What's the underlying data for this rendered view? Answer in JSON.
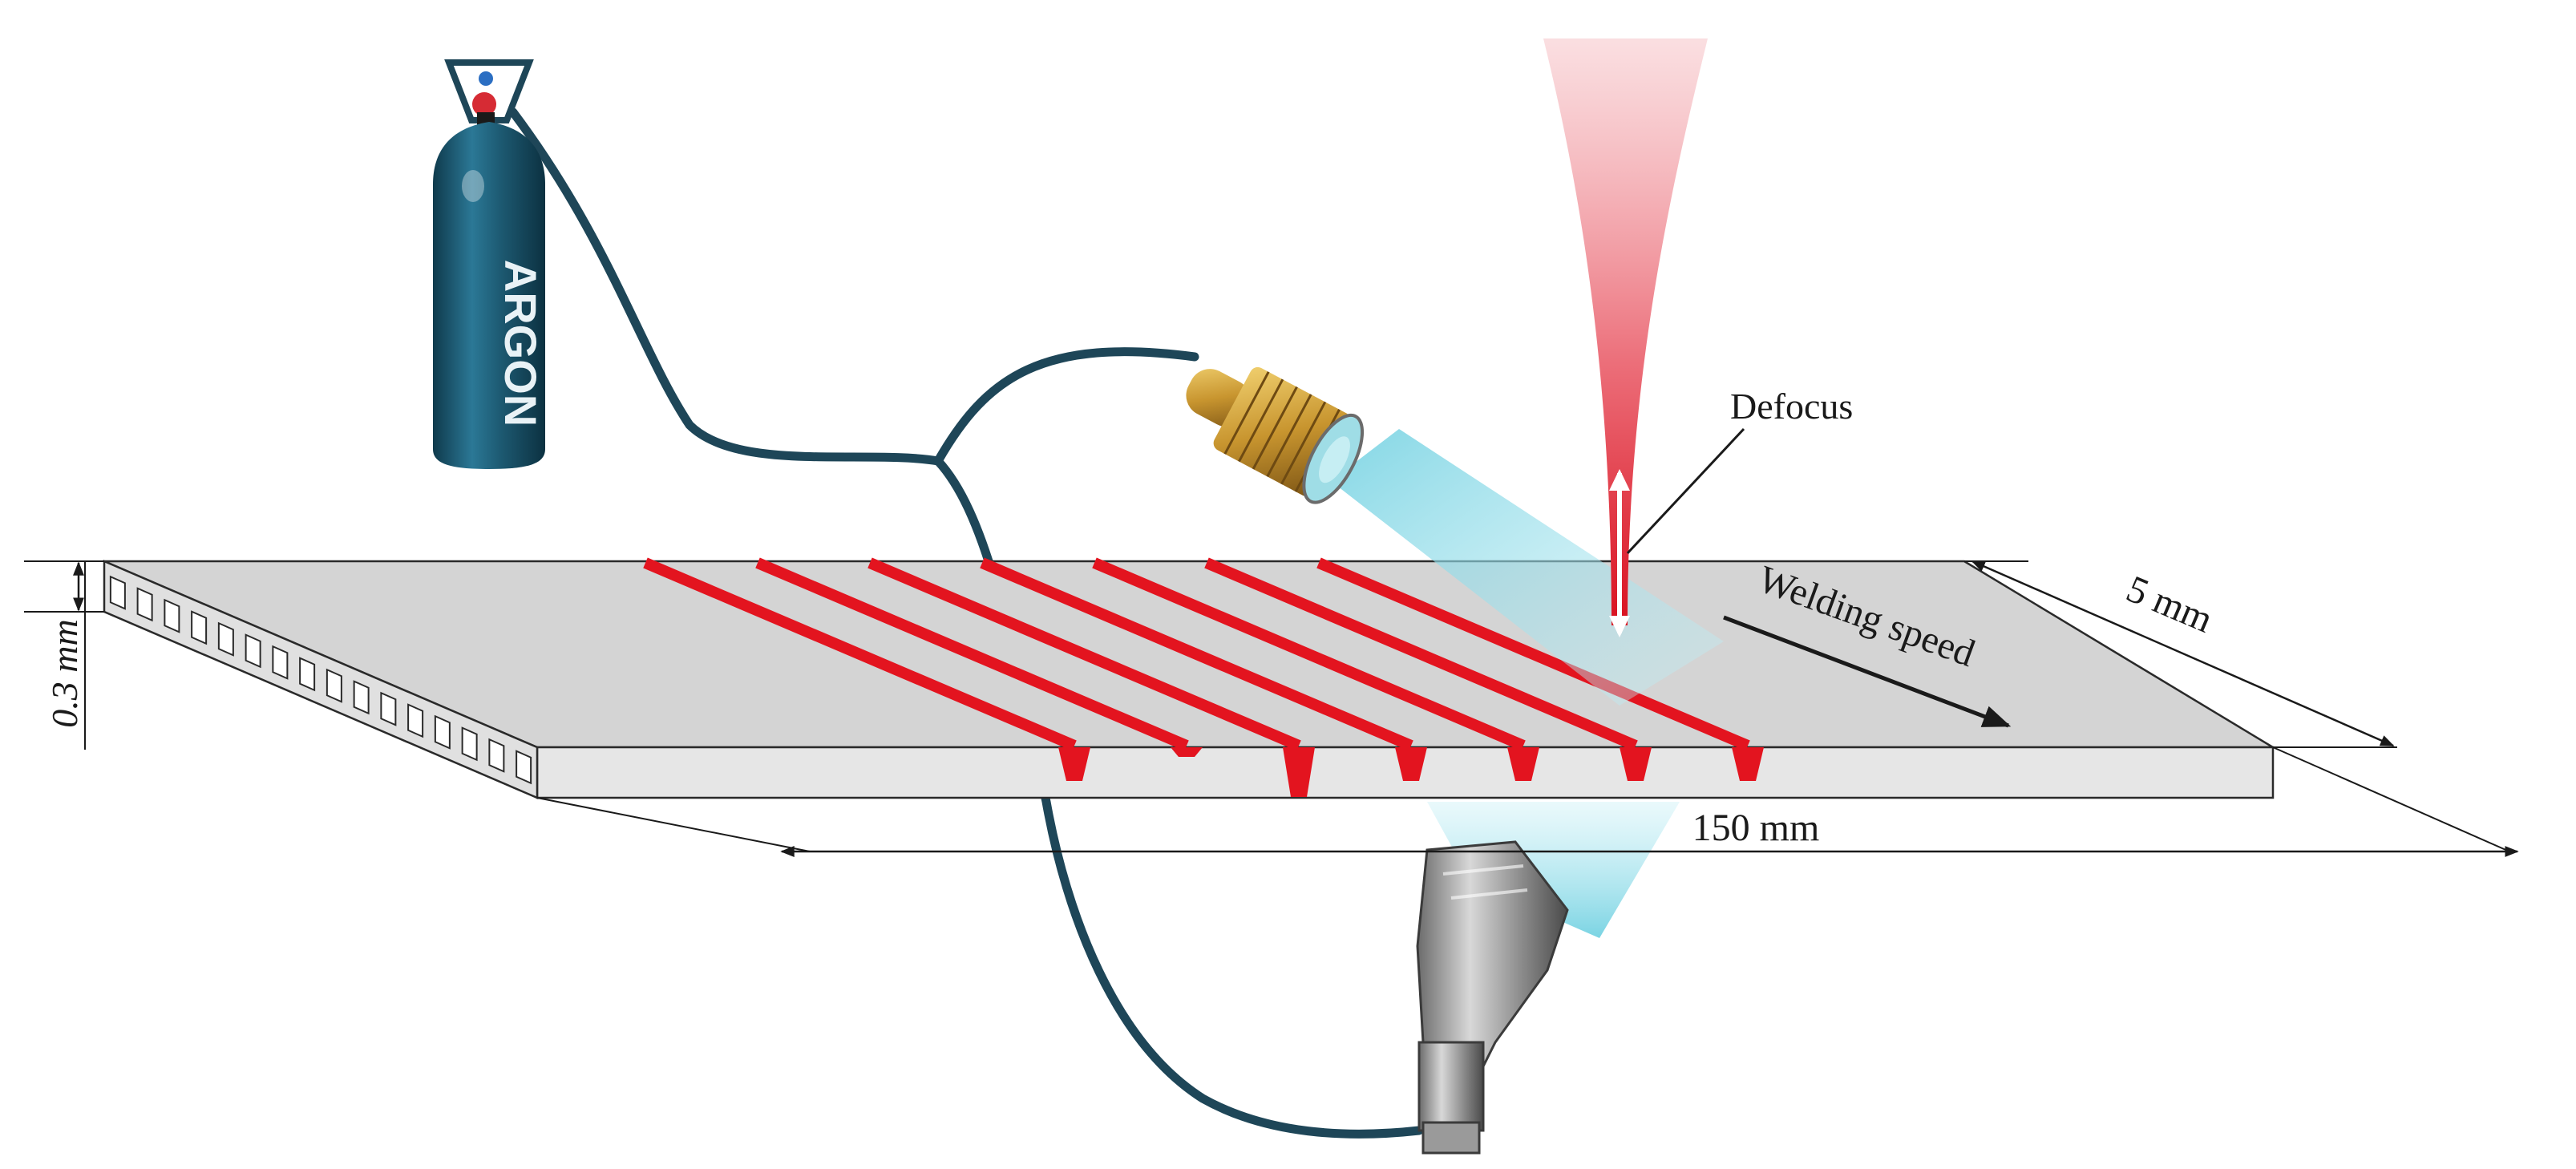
{
  "diagram": {
    "labels": {
      "cylinder": "ARGON",
      "defocus": "Defocus",
      "welding_speed": "Welding speed",
      "width": "5 mm",
      "length": "150 mm",
      "thickness": "0.3 mm"
    },
    "weld_tracks": 7,
    "colors": {
      "laser": "#e0202e",
      "weld": "#e3141f",
      "hose": "#1e4658",
      "cylinder": "#1d5a72",
      "gas_flow": "#8fd9e6",
      "plate_top": "#d4d4d4",
      "plate_side": "#e6e6e6",
      "brass": "#c8952f"
    }
  }
}
